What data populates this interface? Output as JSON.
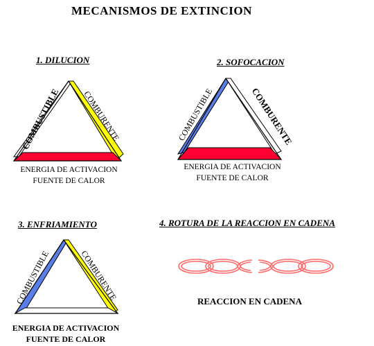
{
  "page": {
    "title": "MECANISMOS DE EXTINCION"
  },
  "sections": [
    {
      "heading": "1. DILUCION",
      "left_label": "COMBUSTIBLE",
      "right_label": "COMBURENTE",
      "bottom_lines": [
        "ENERGIA DE ACTIVACION",
        "FUENTE DE CALOR"
      ],
      "colors": {
        "left": "#ffffff",
        "right": "#ffff00",
        "bottom": "#ff0033"
      }
    },
    {
      "heading": "2. SOFOCACION",
      "left_label": "COMBUSTIBLE",
      "right_label": "COMBURENTE",
      "bottom_lines": [
        "ENERGIA DE ACTIVACION",
        "FUENTE DE CALOR"
      ],
      "colors": {
        "left": "#5a7ee8",
        "right": "#ffffff",
        "bottom": "#ff0033"
      }
    },
    {
      "heading": "3. ENFRIAMIENTO",
      "left_label": "COMBUSTIBLE",
      "right_label": "COMBURENTE",
      "bottom_lines": [
        "ENERGIA DE ACTIVACION",
        "FUENTE DE CALOR"
      ],
      "colors": {
        "left": "#5a7ee8",
        "right": "#ffff00",
        "bottom": "#ffffff"
      }
    },
    {
      "heading": "4. ROTURA DE LA REACCION EN CADENA",
      "caption": "REACCION EN CADENA",
      "chain_color": "#ff6a6a"
    }
  ]
}
